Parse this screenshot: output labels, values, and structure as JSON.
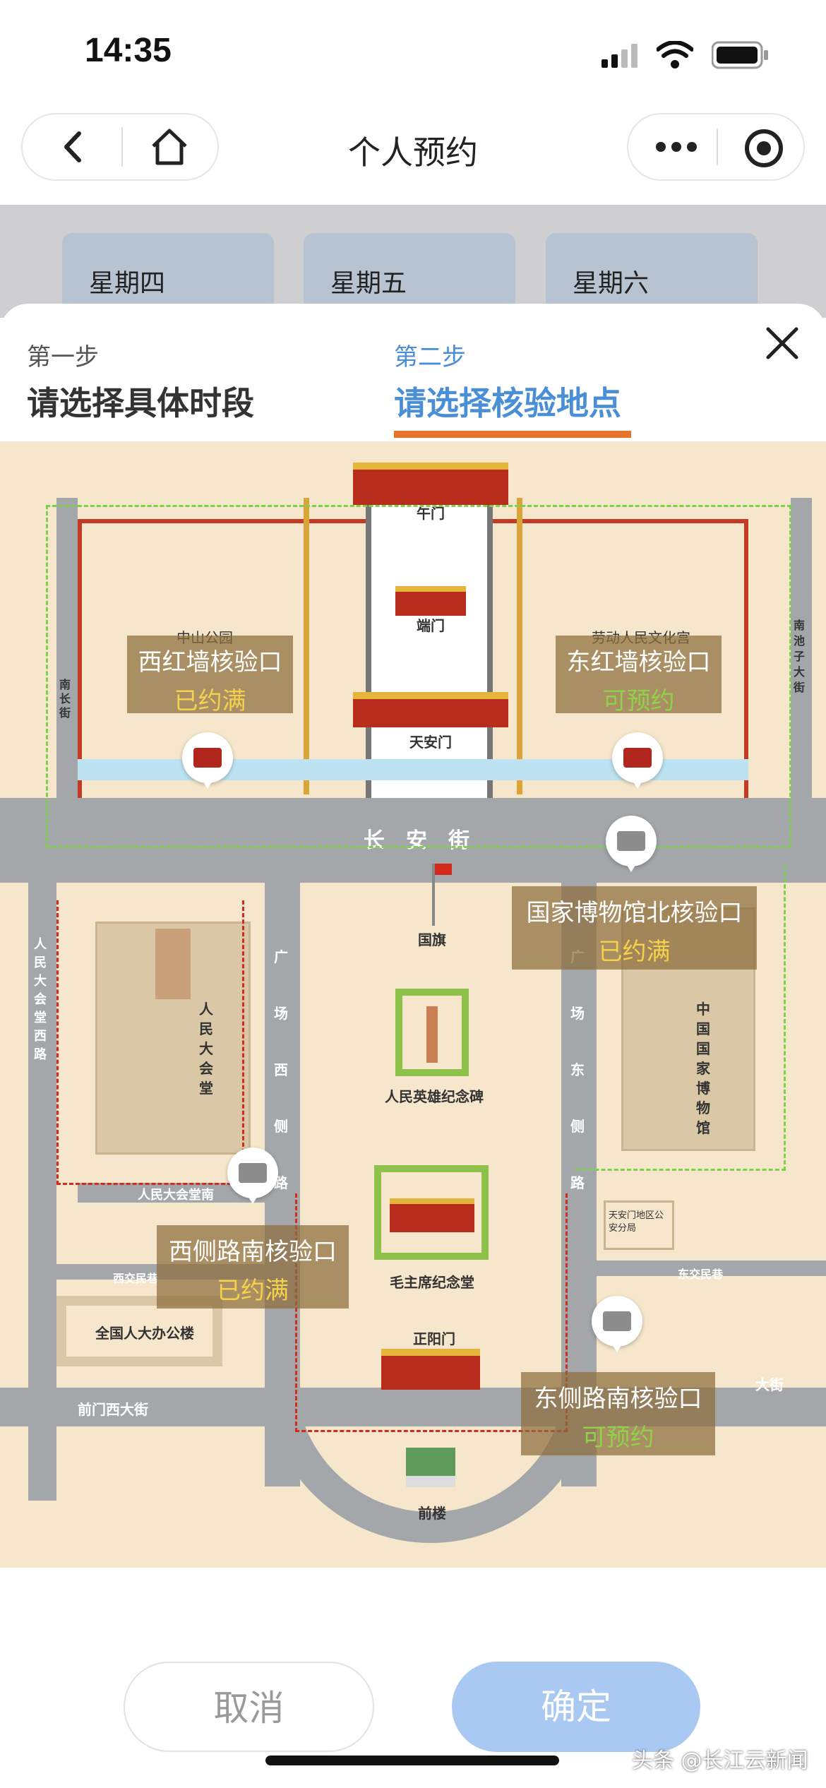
{
  "status_bar": {
    "time": "14:35"
  },
  "nav": {
    "title": "个人预约"
  },
  "background_days": [
    "星期四",
    "星期五",
    "星期六"
  ],
  "steps": [
    {
      "label": "第一步",
      "title": "请选择具体时段",
      "active": false
    },
    {
      "label": "第二步",
      "title": "请选择核验地点",
      "active": true
    }
  ],
  "map": {
    "labels": {
      "wumen": "午门",
      "duanmen": "端门",
      "tiananmen": "天安门",
      "zhongshan": "中山公园",
      "laodong": "劳动人民文化宫",
      "changan": "长安街",
      "flag": "国旗",
      "monument": "人民英雄纪念碑",
      "mausoleum": "毛主席纪念堂",
      "zhengyangmen": "正阳门",
      "qianlou": "前楼",
      "hall": "人民大会堂",
      "museum": "中国国家博物馆",
      "npc_office": "全国人大办公楼",
      "police": "天安门地区公安分局",
      "nanchang": "南长街",
      "nanchizi": "南池子大街",
      "west_road": "人民大会堂西路",
      "square_west": "广场西侧路",
      "square_east": "广场东侧路",
      "hall_south": "人民大会堂南",
      "xijiao": "西交民巷",
      "dongjiao": "东交民巷",
      "qianmen_west": "前门西大街",
      "qianmen_east": "大街"
    },
    "checkpoints": [
      {
        "name": "西红墙核验口",
        "status": "已约满"
      },
      {
        "name": "东红墙核验口",
        "status": "可预约"
      },
      {
        "name": "国家博物馆北核验口",
        "status": "已约满"
      },
      {
        "name": "西侧路南核验口",
        "status": "已约满"
      },
      {
        "name": "东侧路南核验口",
        "status": "可预约"
      }
    ]
  },
  "colors": {
    "full": "#f4d24a",
    "available": "#8fd24a",
    "accent": "#e8742c",
    "active_step": "#4a8fd6"
  },
  "buttons": {
    "cancel": "取消",
    "confirm": "确定"
  },
  "watermark": "头条 @长江云新闻"
}
